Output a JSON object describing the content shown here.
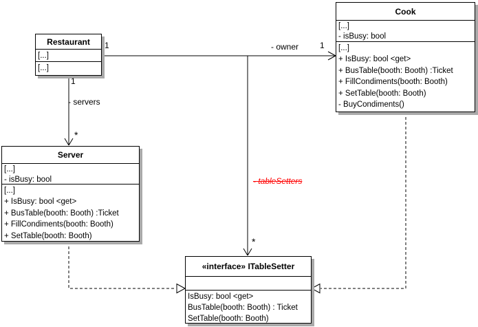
{
  "diagram": {
    "type": "uml-class-diagram",
    "classes": {
      "restaurant": {
        "title": "Restaurant",
        "attributes": [
          "[...]"
        ],
        "methods": [
          "[...]"
        ]
      },
      "cook": {
        "title": "Cook",
        "attributes": [
          "[...]",
          "- isBusy: bool"
        ],
        "methods": [
          "[...]",
          "+ IsBusy: bool <get>",
          "+ BusTable(booth: Booth) :Ticket",
          "+ FillCondiments(booth: Booth)",
          "+ SetTable(booth: Booth)",
          "- BuyCondiments()"
        ]
      },
      "server": {
        "title": "Server",
        "attributes": [
          "[...]",
          "- isBusy: bool"
        ],
        "methods": [
          "[...]",
          "+ IsBusy: bool <get>",
          "+ BusTable(booth: Booth) :Ticket",
          "+ FillCondiments(booth: Booth)",
          "+ SetTable(booth: Booth)"
        ]
      },
      "itablesetter": {
        "title": "«interface» ITableSetter",
        "attributes": [],
        "methods": [
          "IsBusy: bool <get>",
          "BusTable(booth: Booth) : Ticket",
          "SetTable(booth: Booth)"
        ]
      }
    },
    "associations": {
      "owner": {
        "label": "- owner",
        "source": "Restaurant",
        "target": "Cook",
        "source_multiplicity": "1",
        "target_multiplicity": "1"
      },
      "servers": {
        "label": "- servers",
        "source": "Restaurant",
        "target": "Server",
        "source_multiplicity": "1",
        "target_multiplicity": "*"
      },
      "tableSetters": {
        "label": "- tableSetters",
        "source": "Restaurant",
        "target": "ITableSetter",
        "target_multiplicity": "*",
        "state": "removed-strikethrough",
        "label_color": "#ff0000"
      },
      "server_realizes_itablesetter": {
        "style": "dashed-realization"
      },
      "cook_realizes_itablesetter": {
        "style": "dashed-realization"
      }
    },
    "colors": {
      "background": "#ffffff",
      "box_fill": "#ffffff",
      "box_border": "#000000",
      "box_shadow": "#a9a9a9",
      "line": "#000000",
      "removed_label": "#ff0000"
    }
  }
}
